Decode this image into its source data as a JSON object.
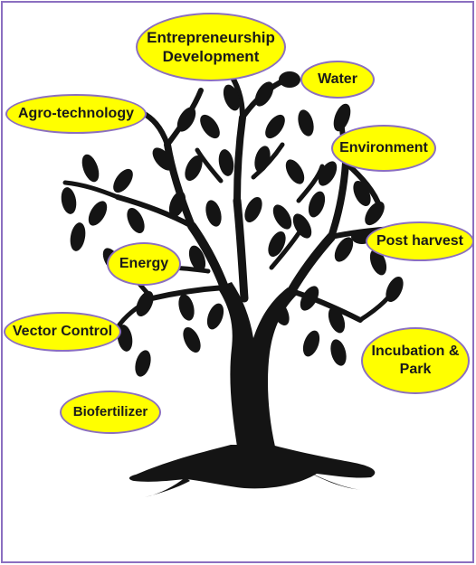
{
  "colors": {
    "frame_border": "#8b6fc0",
    "label_fill": "#ffff00",
    "tree": "#141414"
  },
  "labels": {
    "entrepreneurship_line1": "Entrepreneurship",
    "entrepreneurship_line2": "Development",
    "water": "Water",
    "agro_technology": "Agro-technology",
    "environment": "Environment",
    "post_harvest": "Post harvest",
    "energy": "Energy",
    "vector_control": "Vector Control",
    "incubation_line1": "Incubation &",
    "incubation_line2": "Park",
    "biofertilizer": "Biofertilizer"
  }
}
